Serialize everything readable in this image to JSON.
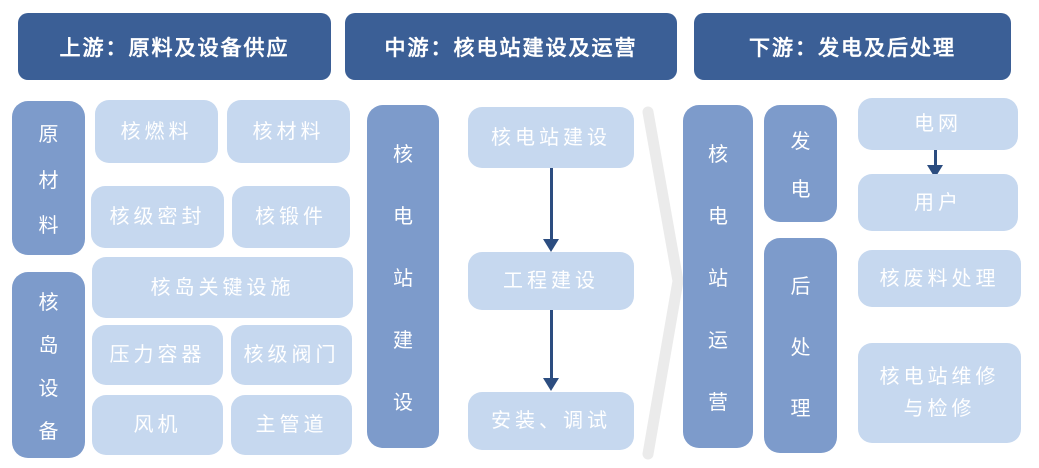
{
  "colors": {
    "header-bg": "#3b5f96",
    "vertical-bg": "#7d9bcb",
    "box-bg": "#c6d8ef",
    "arrow": "#2c4d80",
    "chevron": "#ebebeb",
    "text": "#ffffff"
  },
  "headers": {
    "upstream": "上游：原料及设备供应",
    "midstream": "中游：核电站建设及运营",
    "downstream": "下游：发电及后处理"
  },
  "upstream": {
    "raw_materials_label": "原材料",
    "nuclear_island_label": "核岛设备",
    "fuel": "核燃料",
    "material": "核材料",
    "sealing": "核级密封",
    "forging": "核锻件",
    "island_key_facilities": "核岛关键设施",
    "pressure_vessel": "压力容器",
    "valve": "核级阀门",
    "fan": "风机",
    "main_pipe": "主管道"
  },
  "midstream": {
    "construction_label": "核电站建设",
    "step1": "核电站建设",
    "step2": "工程建设",
    "step3": "安装、调试"
  },
  "downstream": {
    "operation_label": "核电站运营",
    "generation_label": "发电",
    "post_processing_label": "后处理",
    "grid": "电网",
    "user": "用户",
    "waste_treatment": "核废料处理",
    "maintenance": "核电站维修\n与检修"
  }
}
